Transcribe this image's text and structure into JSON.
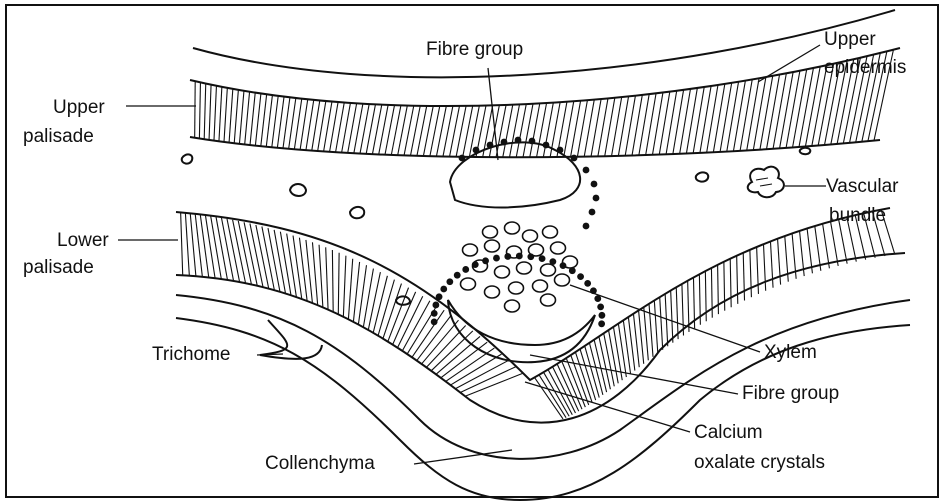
{
  "labels": {
    "fibre_group_top": "Fibre group",
    "upper_epidermis_1": "Upper",
    "upper_epidermis_2": "epidermis",
    "upper_palisade_1": "Upper",
    "upper_palisade_2": "palisade",
    "vascular_bundle_1": "Vascular",
    "vascular_bundle_2": "bundle",
    "lower_palisade_1": "Lower",
    "lower_palisade_2": "palisade",
    "trichome": "Trichome",
    "xylem": "Xylem",
    "fibre_group_bottom": "Fibre group",
    "calcium_1": "Calcium",
    "calcium_2": "oxalate crystals",
    "collenchyma": "Collenchyma"
  },
  "colors": {
    "ink": "#111111",
    "background": "#ffffff"
  }
}
